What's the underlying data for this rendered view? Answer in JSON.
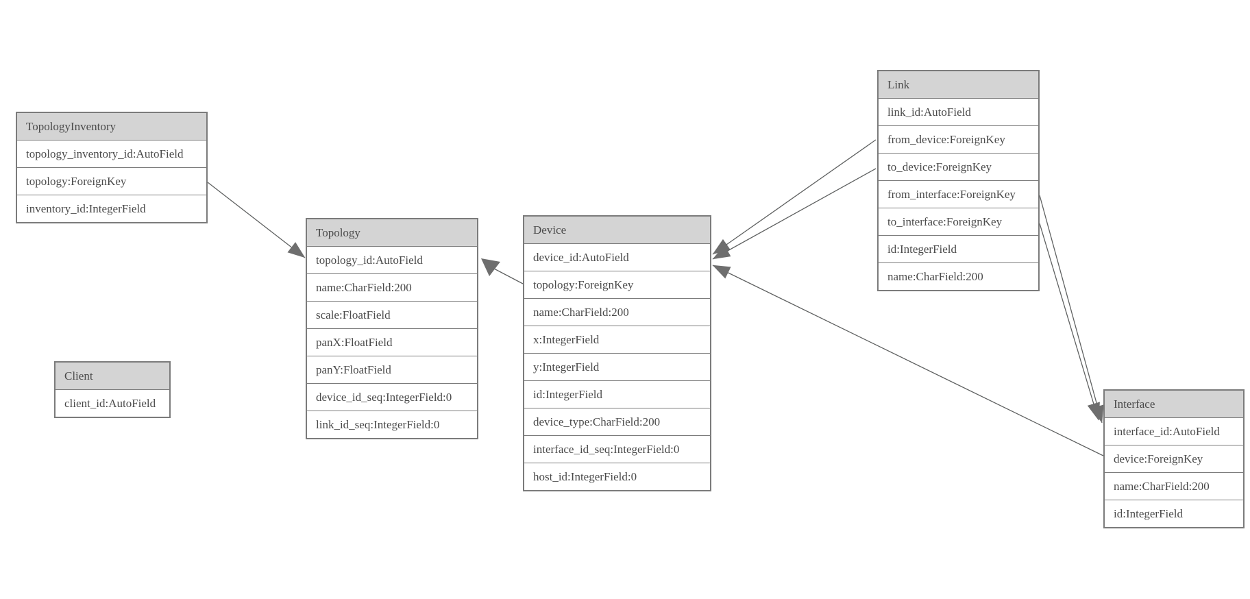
{
  "diagram": {
    "type": "entity-relationship-model",
    "colors": {
      "background": "#ffffff",
      "header_fill": "#d4d4d4",
      "row_fill": "#ffffff",
      "border": "#7b7b7b",
      "text": "#4a4a4a",
      "edge_line": "#5f6161",
      "arrowhead": "#6e6e6e"
    },
    "tables": {
      "topology_inventory": {
        "title": "TopologyInventory",
        "fields": [
          "topology_inventory_id:AutoField",
          "topology:ForeignKey",
          "inventory_id:IntegerField"
        ]
      },
      "topology": {
        "title": "Topology",
        "fields": [
          "topology_id:AutoField",
          "name:CharField:200",
          "scale:FloatField",
          "panX:FloatField",
          "panY:FloatField",
          "device_id_seq:IntegerField:0",
          "link_id_seq:IntegerField:0"
        ]
      },
      "client": {
        "title": "Client",
        "fields": [
          "client_id:AutoField"
        ]
      },
      "device": {
        "title": "Device",
        "fields": [
          "device_id:AutoField",
          "topology:ForeignKey",
          "name:CharField:200",
          "x:IntegerField",
          "y:IntegerField",
          "id:IntegerField",
          "device_type:CharField:200",
          "interface_id_seq:IntegerField:0",
          "host_id:IntegerField:0"
        ]
      },
      "link": {
        "title": "Link",
        "fields": [
          "link_id:AutoField",
          "from_device:ForeignKey",
          "to_device:ForeignKey",
          "from_interface:ForeignKey",
          "to_interface:ForeignKey",
          "id:IntegerField",
          "name:CharField:200"
        ]
      },
      "interface": {
        "title": "Interface",
        "fields": [
          "interface_id:AutoField",
          "device:ForeignKey",
          "name:CharField:200",
          "id:IntegerField"
        ]
      }
    },
    "edges": [
      {
        "from": "TopologyInventory.topology",
        "to": "Topology.topology_id"
      },
      {
        "from": "Device.topology",
        "to": "Topology.topology_id"
      },
      {
        "from": "Link.from_device",
        "to": "Device.device_id"
      },
      {
        "from": "Link.to_device",
        "to": "Device.device_id"
      },
      {
        "from": "Interface.device",
        "to": "Device.device_id"
      },
      {
        "from": "Link.from_interface",
        "to": "Interface.interface_id"
      },
      {
        "from": "Link.to_interface",
        "to": "Interface.interface_id"
      }
    ]
  }
}
